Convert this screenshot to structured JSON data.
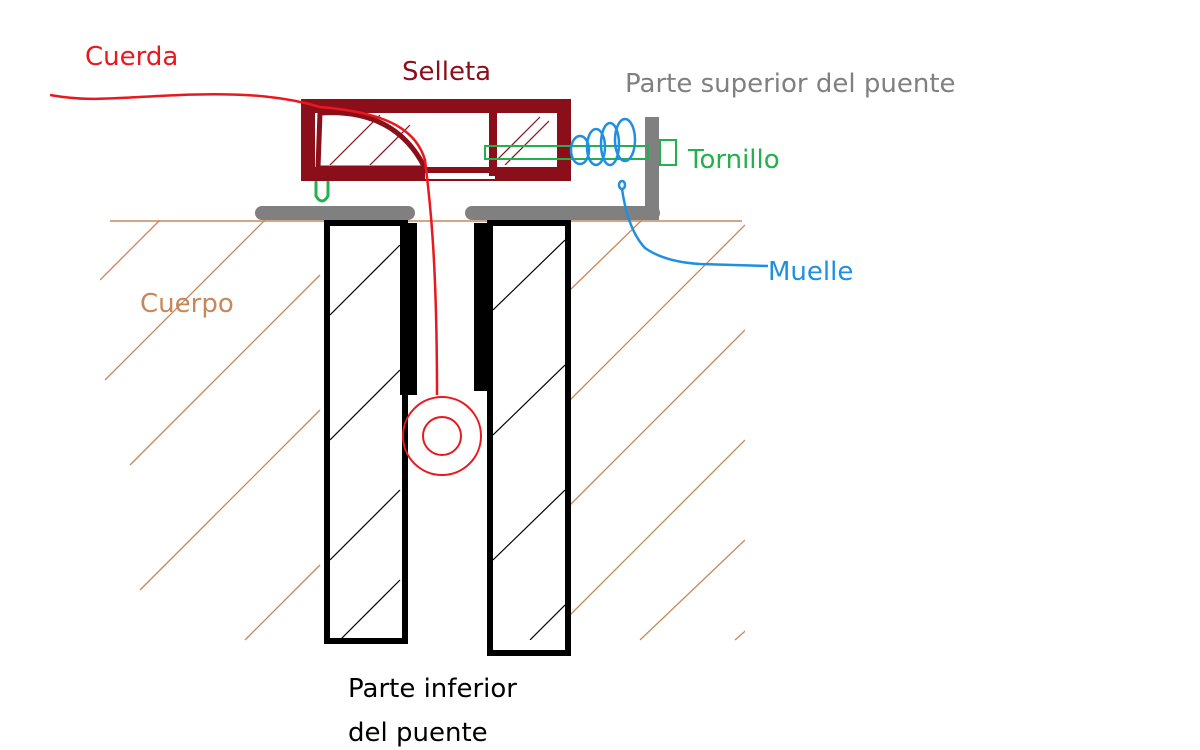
{
  "labels": {
    "cuerda": "Cuerda",
    "selleta": "Selleta",
    "parte_superior": "Parte superior del puente",
    "tornillo": "Tornillo",
    "muelle": "Muelle",
    "cuerpo": "Cuerpo",
    "parte_inferior_line1": "Parte inferior",
    "parte_inferior_line2": "del puente"
  },
  "colors": {
    "cuerda": "#e8191e",
    "selleta": "#8b0f1a",
    "parte_superior": "#808080",
    "tornillo": "#22b14c",
    "muelle": "#1f8fe0",
    "cuerpo": "#c8875a",
    "parte_inferior": "#000000"
  }
}
